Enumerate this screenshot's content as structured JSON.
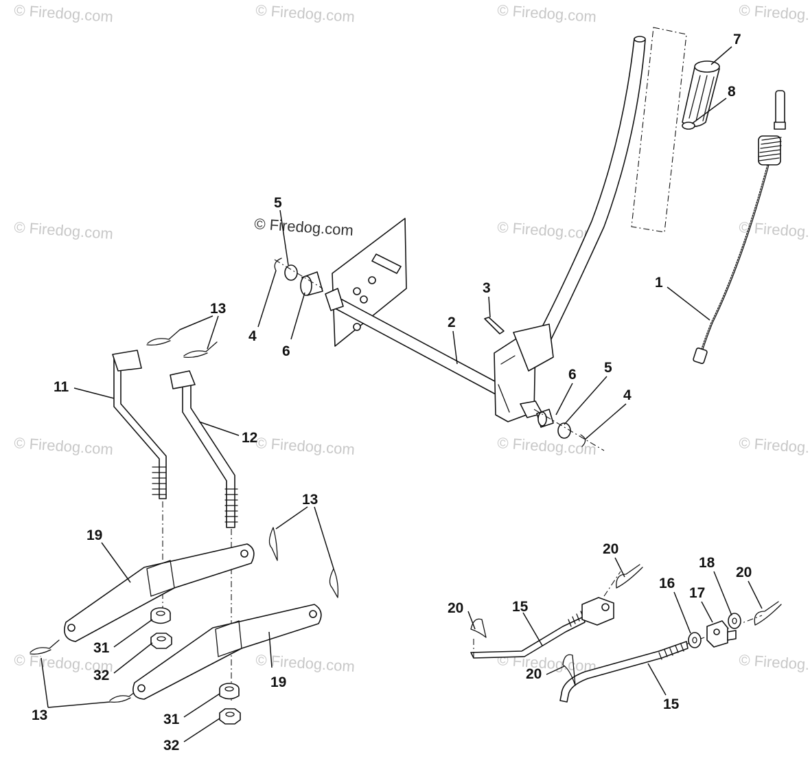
{
  "watermark": {
    "text": "© Firedog.com",
    "color": "#c8c8c8"
  },
  "overlay_watermark": {
    "text": "© Firedog.com"
  },
  "callouts": [
    {
      "id": "c7",
      "label": "7"
    },
    {
      "id": "c8",
      "label": "8"
    },
    {
      "id": "c1",
      "label": "1"
    },
    {
      "id": "c5a",
      "label": "5"
    },
    {
      "id": "c4a",
      "label": "4"
    },
    {
      "id": "c6a",
      "label": "6"
    },
    {
      "id": "c3",
      "label": "3"
    },
    {
      "id": "c2",
      "label": "2"
    },
    {
      "id": "c6b",
      "label": "6"
    },
    {
      "id": "c5b",
      "label": "5"
    },
    {
      "id": "c4b",
      "label": "4"
    },
    {
      "id": "c13a",
      "label": "13"
    },
    {
      "id": "c11",
      "label": "11"
    },
    {
      "id": "c12",
      "label": "12"
    },
    {
      "id": "c13b",
      "label": "13"
    },
    {
      "id": "c19a",
      "label": "19"
    },
    {
      "id": "c31a",
      "label": "31"
    },
    {
      "id": "c32a",
      "label": "32"
    },
    {
      "id": "c13c",
      "label": "13"
    },
    {
      "id": "c19b",
      "label": "19"
    },
    {
      "id": "c31b",
      "label": "31"
    },
    {
      "id": "c32b",
      "label": "32"
    },
    {
      "id": "c20a",
      "label": "20"
    },
    {
      "id": "c16",
      "label": "16"
    },
    {
      "id": "c17",
      "label": "17"
    },
    {
      "id": "c18",
      "label": "18"
    },
    {
      "id": "c20b",
      "label": "20"
    },
    {
      "id": "c20c",
      "label": "20"
    },
    {
      "id": "c15a",
      "label": "15"
    },
    {
      "id": "c20d",
      "label": "20"
    },
    {
      "id": "c15b",
      "label": "15"
    }
  ]
}
